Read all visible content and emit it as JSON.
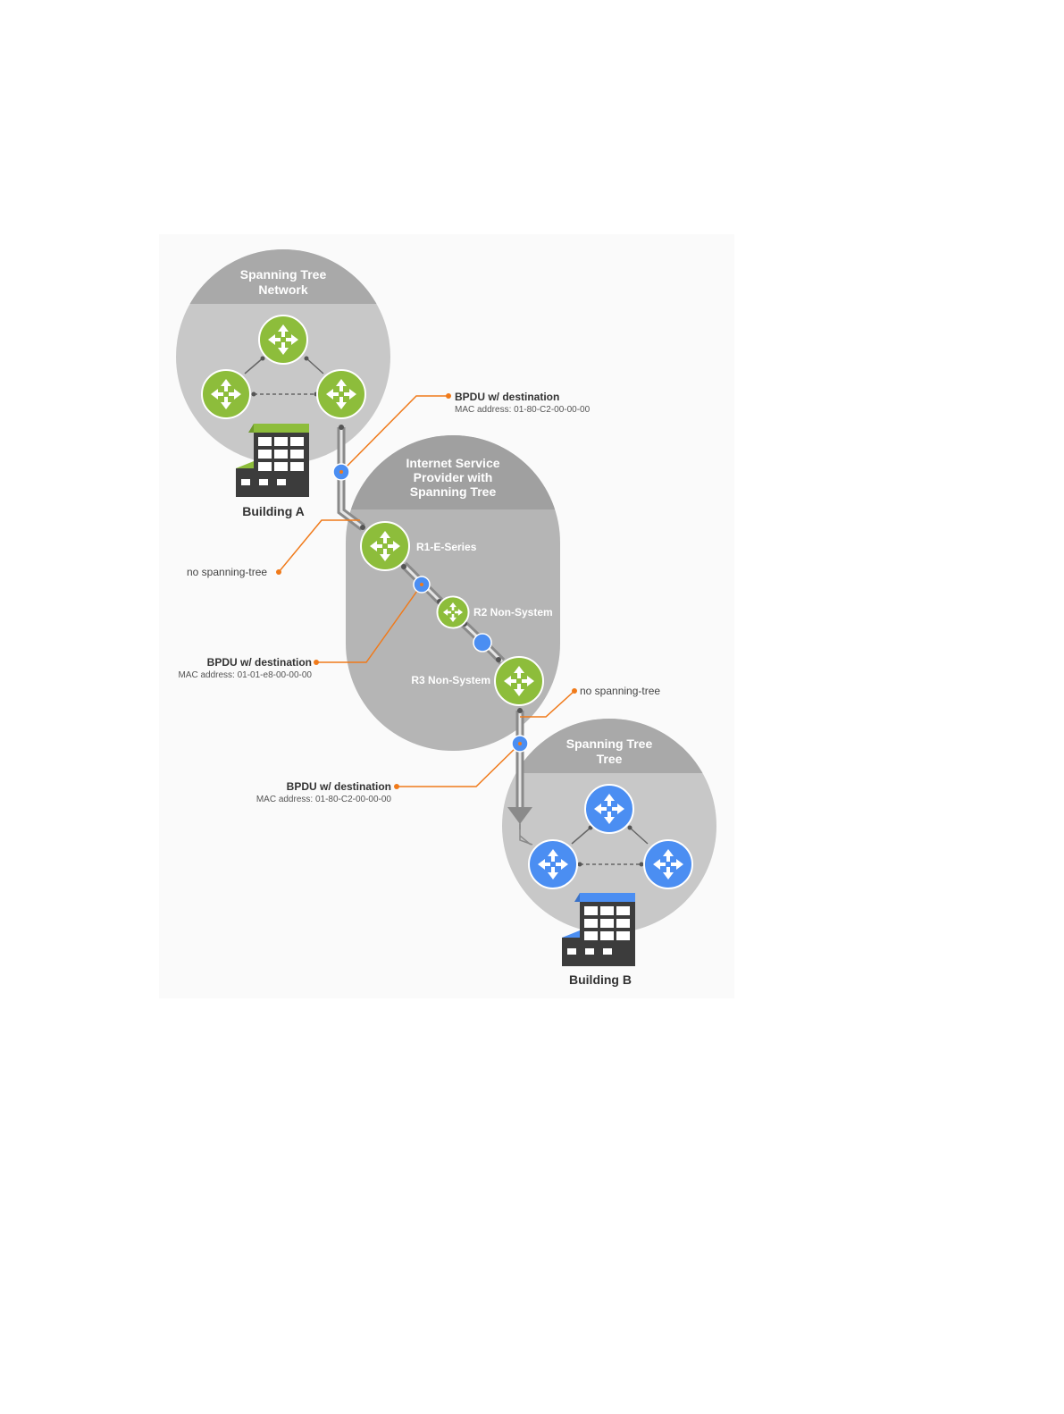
{
  "colors": {
    "zone_fill": "#c8c8c8",
    "zone_header": "#a9a9a9",
    "isp_fill": "#b5b5b5",
    "green_router": "#8dbd3b",
    "blue_router": "#4b8ef2",
    "callout": "#f07a1a",
    "building": "#3c3c3c"
  },
  "zones": {
    "network_a": {
      "title_line1": "Spanning Tree",
      "title_line2": "Network"
    },
    "isp": {
      "title_line1": "Internet Service",
      "title_line2": "Provider with",
      "title_line3": "Spanning Tree"
    },
    "network_b": {
      "title_line1": "Spanning Tree",
      "title_line2": "Tree"
    }
  },
  "buildings": {
    "a": "Building A",
    "b": "Building B"
  },
  "routers": {
    "r1": "R1-E-Series",
    "r2": "R2 Non-System",
    "r3": "R3 Non-System"
  },
  "callouts": {
    "bpdu_top": {
      "title": "BPDU w/ destination",
      "detail": "MAC address: 01-80-C2-00-00-00"
    },
    "no_stp_left": "no spanning-tree",
    "bpdu_mid": {
      "title": "BPDU w/ destination",
      "detail": "MAC address: 01-01-e8-00-00-00"
    },
    "no_stp_right": "no spanning-tree",
    "bpdu_bottom": {
      "title": "BPDU w/ destination",
      "detail": "MAC address: 01-80-C2-00-00-00"
    }
  },
  "icons": [
    "router-icon",
    "building-icon",
    "bpdu-node-icon"
  ]
}
